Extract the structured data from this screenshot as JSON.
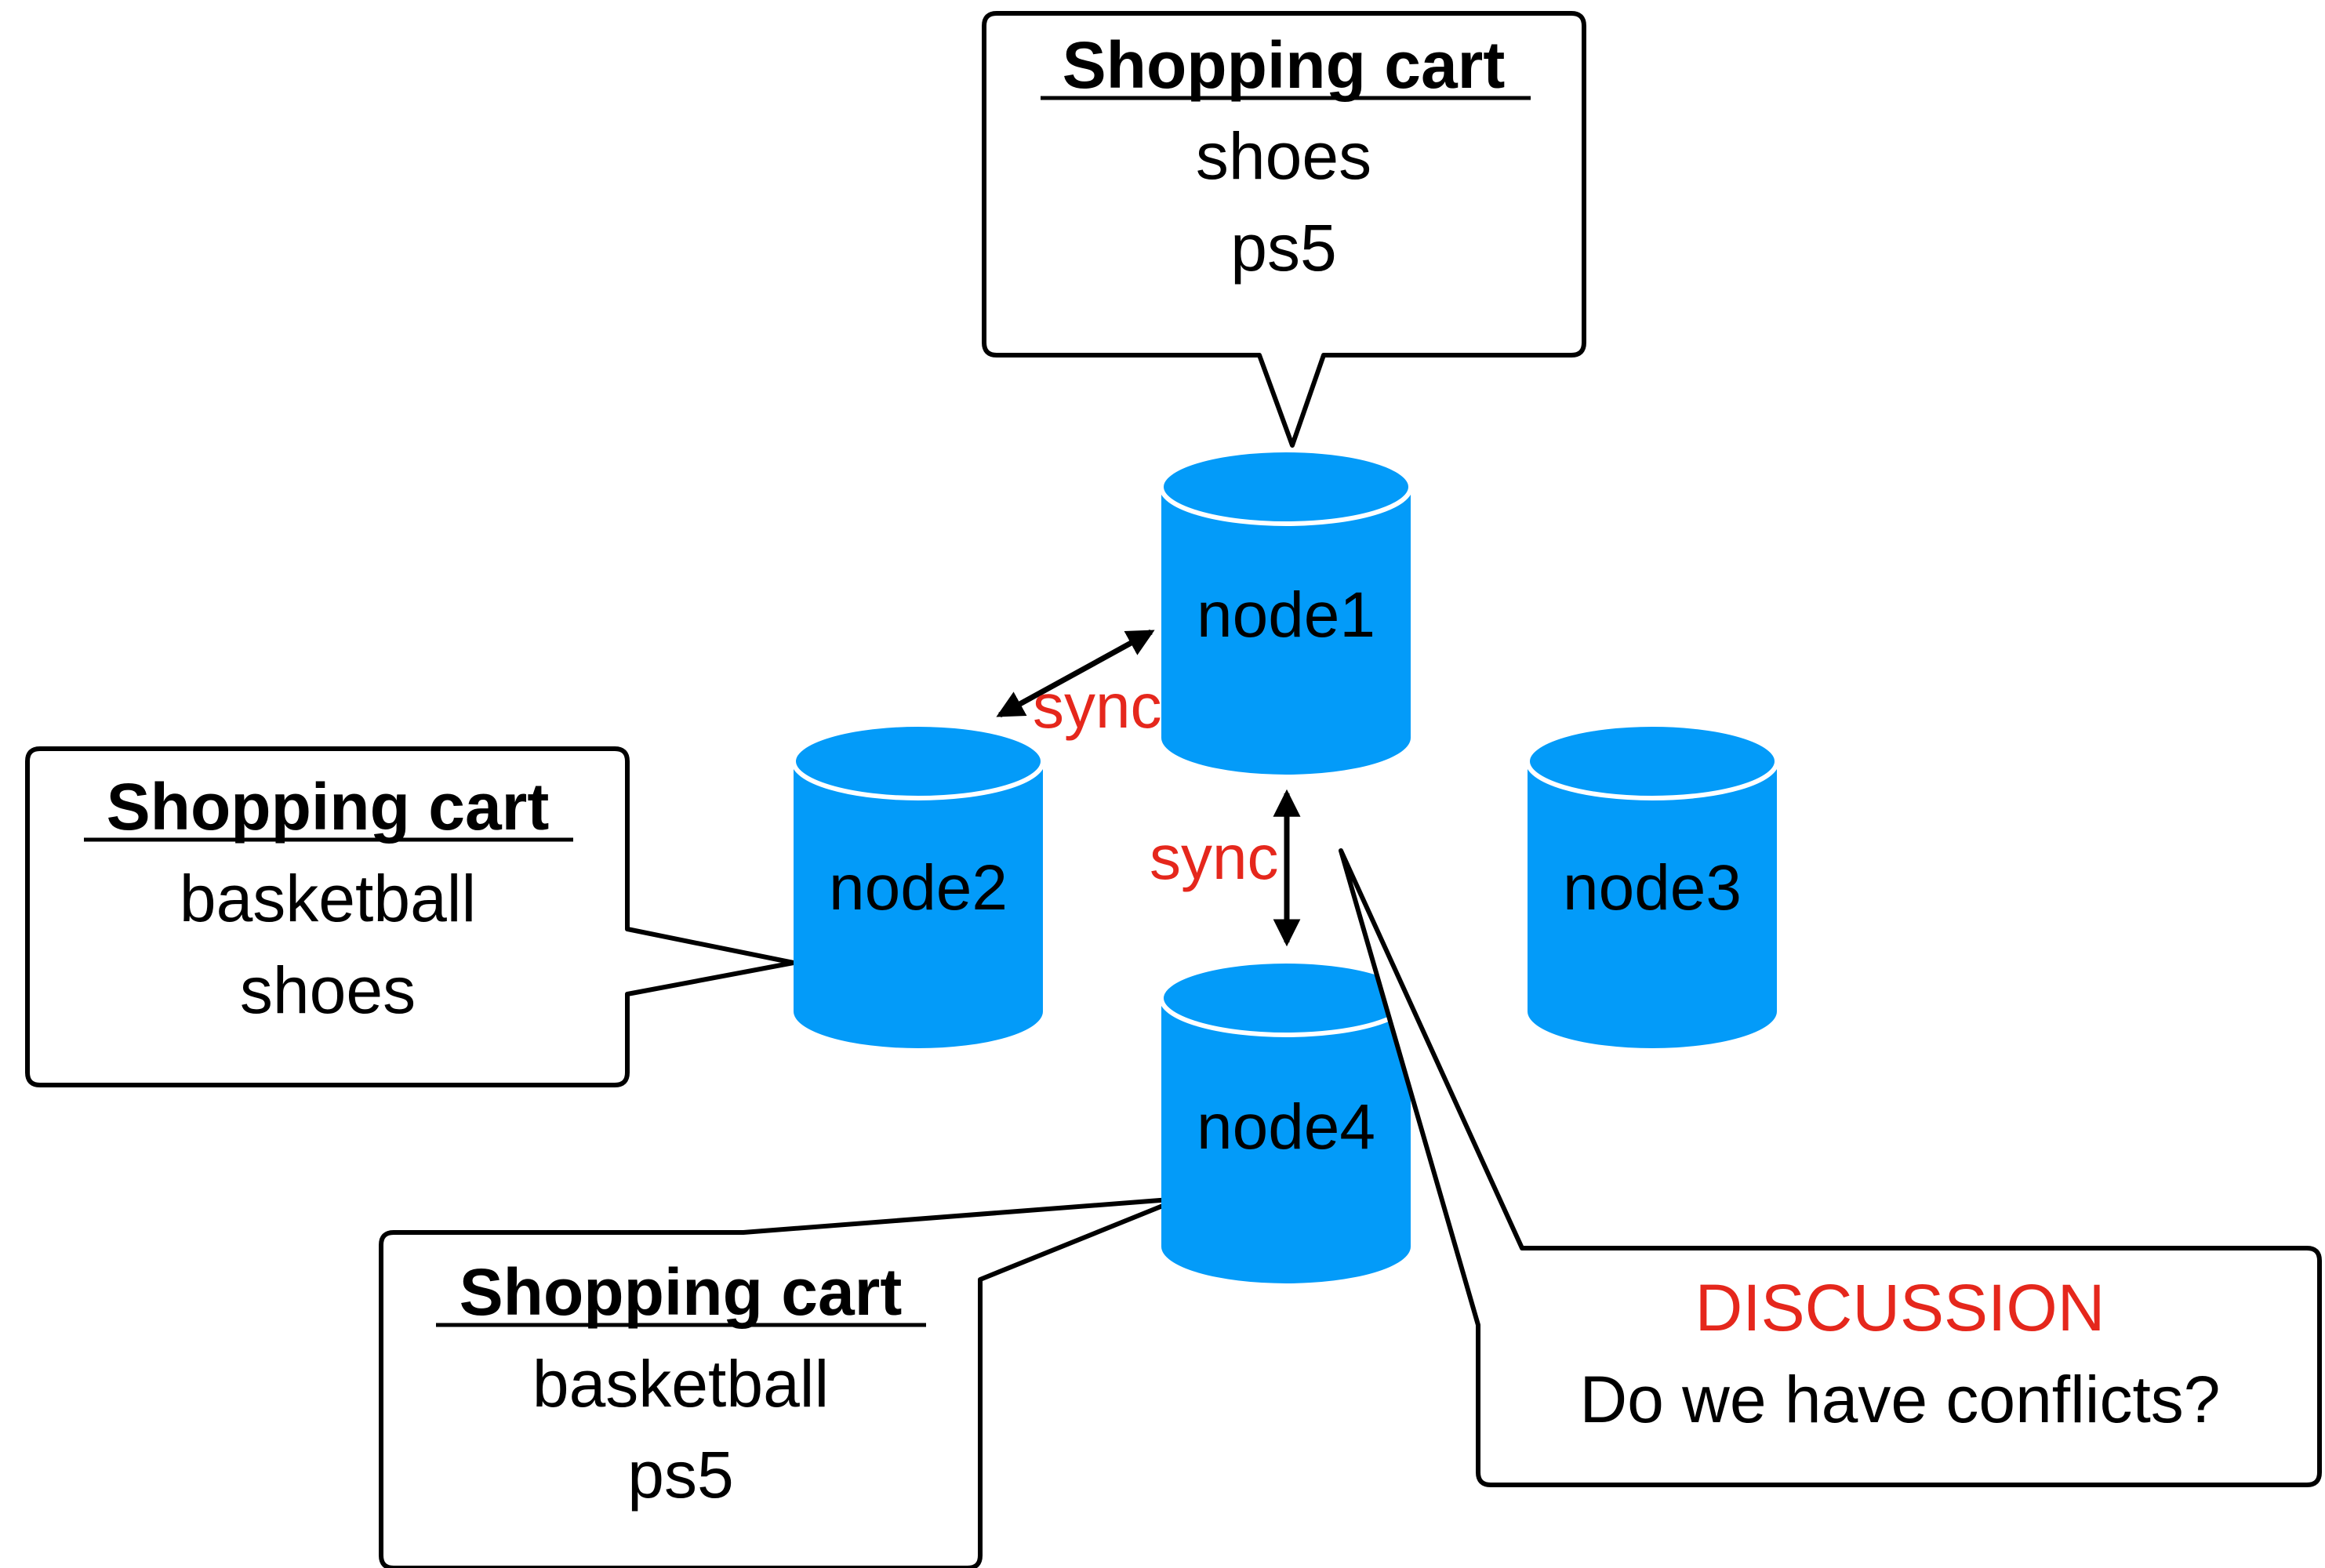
{
  "colors": {
    "node_fill": "#039BF9",
    "node_rim": "#ffffff",
    "text": "#000000",
    "accent_red": "#E5271C",
    "line": "#000000",
    "background": "#ffffff"
  },
  "nodes": [
    {
      "id": "node1",
      "label": "node1"
    },
    {
      "id": "node2",
      "label": "node2"
    },
    {
      "id": "node3",
      "label": "node3"
    },
    {
      "id": "node4",
      "label": "node4"
    }
  ],
  "sync_labels": {
    "node1_node2": "sync",
    "node1_node4": "sync"
  },
  "callouts": {
    "node1": {
      "title": "Shopping cart",
      "items": [
        "shoes",
        "ps5"
      ]
    },
    "node2": {
      "title": "Shopping cart",
      "items": [
        "basketball",
        "shoes"
      ]
    },
    "node4": {
      "title": "Shopping cart",
      "items": [
        "basketball",
        "ps5"
      ]
    }
  },
  "discussion": {
    "heading": "DISCUSSION",
    "question": "Do we have conflicts?"
  }
}
